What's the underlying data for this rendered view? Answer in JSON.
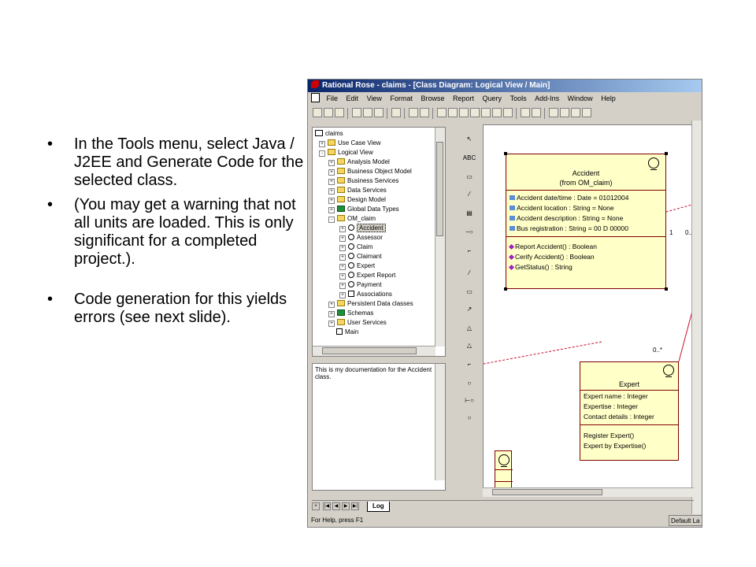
{
  "slide": {
    "bullets": [
      "In the Tools menu, select Java / J2EE and Generate Code for the selected class.",
      "(You may get a warning that not all units are loaded.  This is only significant for a completed project.).",
      "Code generation for this yields errors (see next slide)."
    ],
    "bullet_char": "•"
  },
  "window": {
    "title": "Rational Rose - claims - [Class Diagram: Logical View / Main]",
    "menu": [
      "File",
      "Edit",
      "View",
      "Format",
      "Browse",
      "Report",
      "Query",
      "Tools",
      "Add-Ins",
      "Window",
      "Help"
    ]
  },
  "browser": {
    "items": [
      {
        "label": "claims",
        "icon": "model-icon",
        "level": 0,
        "expander": ""
      },
      {
        "label": "Use Case View",
        "icon": "folder-icon",
        "level": 1,
        "expander": "+"
      },
      {
        "label": "Logical View",
        "icon": "folder-icon",
        "level": 1,
        "expander": "-"
      },
      {
        "label": "Analysis Model",
        "icon": "folder-icon",
        "level": 2,
        "expander": "+"
      },
      {
        "label": "Business Object Model",
        "icon": "folder-icon",
        "level": 2,
        "expander": "+"
      },
      {
        "label": "Business Services",
        "icon": "folder-icon",
        "level": 2,
        "expander": "+"
      },
      {
        "label": "Data Services",
        "icon": "folder-icon",
        "level": 2,
        "expander": "+"
      },
      {
        "label": "Design Model",
        "icon": "folder-icon",
        "level": 2,
        "expander": "+"
      },
      {
        "label": "Global Data Types",
        "icon": "package-icon",
        "level": 2,
        "expander": "+"
      },
      {
        "label": "OM_claim",
        "icon": "folder-icon",
        "level": 2,
        "expander": "-"
      },
      {
        "label": "Accident",
        "icon": "class-icon",
        "level": 3,
        "expander": "+",
        "selected": true
      },
      {
        "label": "Assessor",
        "icon": "class-icon",
        "level": 3,
        "expander": "+"
      },
      {
        "label": "Claim",
        "icon": "class-icon",
        "level": 3,
        "expander": "+"
      },
      {
        "label": "Claimant",
        "icon": "class-icon",
        "level": 3,
        "expander": "+"
      },
      {
        "label": "Expert",
        "icon": "class-icon",
        "level": 3,
        "expander": "+"
      },
      {
        "label": "Expert Report",
        "icon": "class-icon",
        "level": 3,
        "expander": "+"
      },
      {
        "label": "Payment",
        "icon": "class-icon",
        "level": 3,
        "expander": "+"
      },
      {
        "label": "Associations",
        "icon": "associations-icon",
        "level": 3,
        "expander": "+"
      },
      {
        "label": "Persistent Data classes",
        "icon": "folder-icon",
        "level": 2,
        "expander": "+"
      },
      {
        "label": "Schemas",
        "icon": "package-icon",
        "level": 2,
        "expander": "+"
      },
      {
        "label": "User Services",
        "icon": "folder-icon",
        "level": 2,
        "expander": "+"
      },
      {
        "label": "Main",
        "icon": "diagram-icon",
        "level": 2,
        "expander": ""
      }
    ]
  },
  "documentation": {
    "text": "This is my documentation for the Accident class."
  },
  "palette": {
    "text_tool": "ABC"
  },
  "diagram": {
    "accident": {
      "name": "Accident",
      "stereo": "(from OM_claim)",
      "attributes": [
        "Accident date/time : Date = 01012004",
        "Accident location : String = None",
        "Accident description : String = None",
        "Bus registration : String = 00 D 00000"
      ],
      "operations": [
        "Report Accident() : Boolean",
        "Cerify Accident() : Boolean",
        "GetStatus() : String"
      ]
    },
    "expert": {
      "name": "Expert",
      "attributes": [
        "Expert name : Integer",
        "Expertise : Integer",
        "Contact details : Integer"
      ],
      "operations": [
        "Register Expert()",
        "Expert by Expertise()"
      ]
    },
    "multiplicities": [
      "1",
      "0..",
      "0..*"
    ],
    "colors": {
      "class_fill": "#ffffc8",
      "class_border": "#800000",
      "association": "#c8102e"
    }
  },
  "logbar": {
    "tab": "Log"
  },
  "status": {
    "left": "For Help, press F1",
    "right": "Default La"
  }
}
